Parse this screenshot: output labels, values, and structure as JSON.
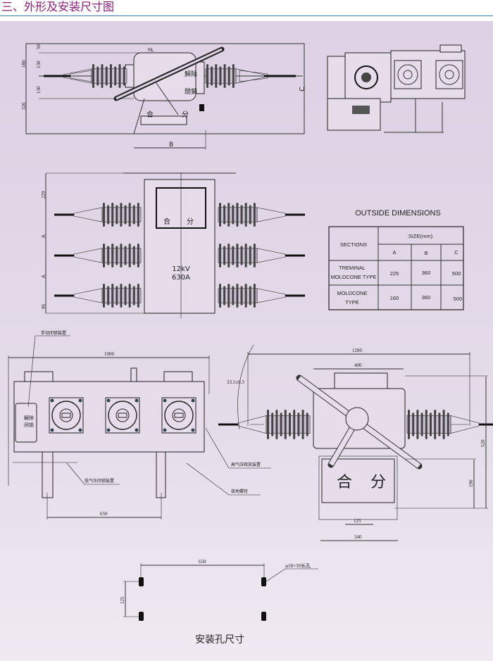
{
  "header": {
    "title": "三、外形及安装尺寸图"
  },
  "colors": {
    "title": "#8a1f7a",
    "rule": "#4a7aa0",
    "background": "#e0d6e6"
  },
  "top_view": {
    "dims": [
      "180",
      "50",
      "130",
      "130",
      "320"
    ],
    "c_label": "C",
    "b_label": "B",
    "hl_label": "hL",
    "unlock": "解除",
    "lock": "閉鎖",
    "close": "合",
    "open": "分"
  },
  "front_view": {
    "dims": [
      "229",
      "A",
      "A",
      "96"
    ],
    "close": "合",
    "open": "分",
    "voltage": "12kV",
    "current": "630A"
  },
  "table": {
    "title": "OUTSIDE DIMENSIONS",
    "sections_header": "SECTIONS",
    "size_header": "SIZE(mm)",
    "columns": [
      "A",
      "B",
      "C"
    ],
    "rows": [
      {
        "name_1": "TREMINAL",
        "name_2": "MOLDCONE TYPE",
        "A": "225",
        "B": "360",
        "C": "500"
      },
      {
        "name_1": "MOLDCONE",
        "name_2": "TYPE",
        "A": "160",
        "B": "360",
        "C": "500"
      }
    ]
  },
  "side_view": {
    "width": "1000",
    "leg_spacing": "650",
    "manual_lock": "手动闭锁装置",
    "low_pressure_lock": "低气压闭锁装置",
    "high_pressure_release": "高气压释放装置",
    "ground_bolt": "接地螺栓",
    "unlock": "解除",
    "lock": "闭锁"
  },
  "end_view": {
    "overall": "1280",
    "top": "400",
    "angle": "33.5±0.3",
    "height": "520",
    "base_height": "190",
    "hole_spacing": "125",
    "base_width": "340",
    "close": "合",
    "open": "分"
  },
  "mounting": {
    "spacing_x": "650",
    "spacing_y": "125",
    "hole": "φ18×30长孔",
    "caption": "安装孔尺寸"
  }
}
